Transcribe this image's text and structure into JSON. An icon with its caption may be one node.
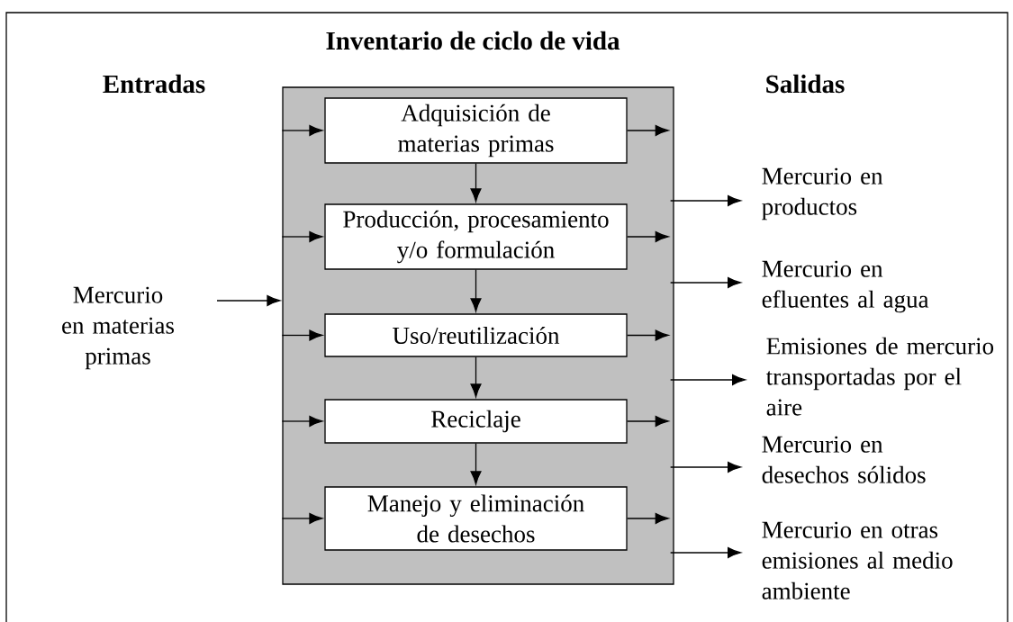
{
  "diagram": {
    "title": "Inventario de ciclo de vida",
    "nodes": [
      {
        "text": [],
        "shape": "box"
      },
      {
        "text": [
          "Adquisición de materias primas"
        ],
        "in": 0
      },
      {
        "text": [
          "Producción, procesamiento y/o formulación"
        ],
        "in": 0
      },
      {
        "text": [
          "Uso/reutilización"
        ],
        "in": 0
      },
      {
        "text": [
          "Reciclaje"
        ],
        "in": 0
      },
      {
        "text": [
          "Manejo y eliminación de desechos"
        ],
        "in": 0
      },
      {
        "text": [
          "Mercurio en materias primas"
        ]
      },
      {
        "text": [
          "Mercurio en productos"
        ]
      },
      {
        "text": [
          "Mercurio en efluentes al agua"
        ]
      },
      {
        "text": [
          "Emisiones de mercurio transportadas por el aire"
        ]
      },
      {
        "text": [
          "Mercurio en desechos sólidos"
        ]
      },
      {
        "text": [
          "Mercurio en otras emisiones al medio ambiente"
        ]
      }
    ],
    "edges": [
      {
        "from": 6,
        "to": 0,
        "arrow": "to"
      },
      {
        "from": null,
        "to": 1,
        "arrow": "to"
      },
      {
        "from": null,
        "to": 2,
        "arrow": "to"
      },
      {
        "from": null,
        "to": 3,
        "arrow": "to"
      },
      {
        "from": null,
        "to": 4,
        "arrow": "to"
      },
      {
        "from": null,
        "to": 5,
        "arrow": "to"
      },
      {
        "from": 1,
        "to": null,
        "arrow": "to"
      },
      {
        "from": 2,
        "to": null,
        "arrow": "to"
      },
      {
        "from": 3,
        "to": null,
        "arrow": "to"
      },
      {
        "from": 4,
        "to": null,
        "arrow": "to"
      },
      {
        "from": 5,
        "to": null,
        "arrow": "to"
      },
      {
        "from": 1,
        "to": 2,
        "arrow": "to"
      },
      {
        "from": 2,
        "to": 3,
        "arrow": "to"
      },
      {
        "from": 3,
        "to": 4,
        "arrow": "to"
      },
      {
        "from": 4,
        "to": 5,
        "arrow": "to"
      },
      {
        "from": 0,
        "to": 7,
        "arrow": "to"
      },
      {
        "from": 0,
        "to": 8,
        "arrow": "to"
      },
      {
        "from": 0,
        "to": 9,
        "arrow": "to"
      },
      {
        "from": 0,
        "to": 10,
        "arrow": "to"
      },
      {
        "from": 0,
        "to": 11,
        "arrow": "to"
      }
    ],
    "labels": [
      "Entradas",
      "Salidas"
    ]
  }
}
